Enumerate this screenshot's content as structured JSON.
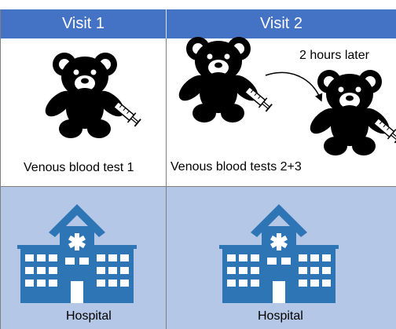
{
  "columns": [
    {
      "header": "Visit 1",
      "test_label": "Venous blood test 1",
      "location_label": "Hospital"
    },
    {
      "header": "Visit 2",
      "test_label": "Venous blood tests 2+3",
      "location_label": "Hospital"
    }
  ],
  "annotation": "2 hours later",
  "icons": [
    "teddy-bear-icon",
    "syringe-icon",
    "hospital-icon",
    "curved-arrow-icon"
  ],
  "colors": {
    "header": "#4472C4",
    "header_text": "#FFFFFF",
    "bottom_panel": "#B4C7E7",
    "hospital": "#2E75B6",
    "bear": "#000000"
  }
}
